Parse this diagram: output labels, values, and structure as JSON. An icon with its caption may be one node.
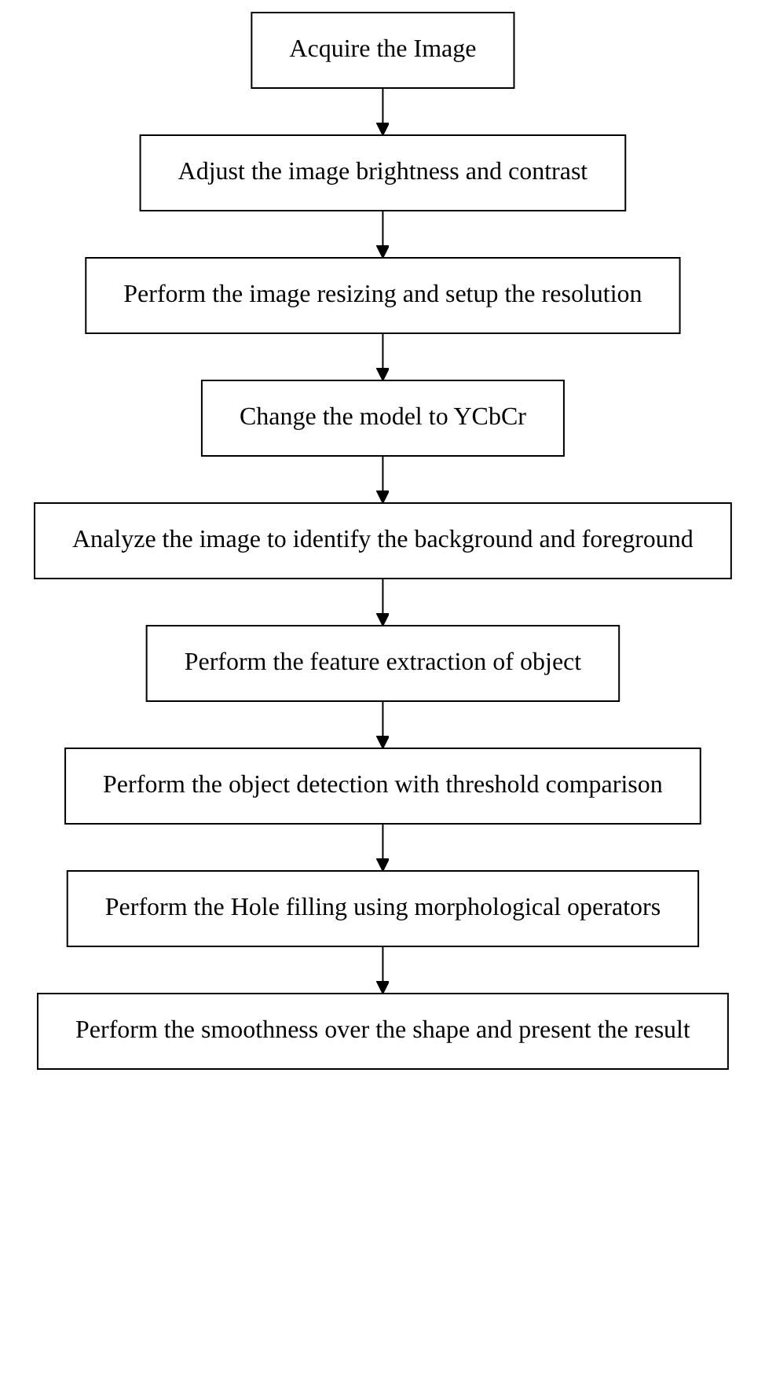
{
  "diagram": {
    "nodes": [
      {
        "text": [
          "Acquire the Image"
        ]
      },
      {
        "text": [
          "Adjust the image brightness and contrast"
        ]
      },
      {
        "text": [
          "Perform the image resizing and setup the resolution"
        ]
      },
      {
        "text": [
          "Change the model to YCbCr"
        ]
      },
      {
        "text": [
          "Analyze the image to identify the background and foreground"
        ]
      },
      {
        "text": [
          "Perform the feature extraction of object"
        ]
      },
      {
        "text": [
          "Perform the object detection with threshold comparison"
        ]
      },
      {
        "text": [
          "Perform the Hole filling using morphological operators"
        ]
      },
      {
        "text": [
          "Perform the smoothness over the shape and present the result"
        ]
      }
    ],
    "edges": [
      {
        "from": 0,
        "to": 1,
        "arrow": "to"
      },
      {
        "from": 1,
        "to": 2,
        "arrow": "to"
      },
      {
        "from": 2,
        "to": 3,
        "arrow": "to"
      },
      {
        "from": 3,
        "to": 4,
        "arrow": "to"
      },
      {
        "from": 4,
        "to": 5,
        "arrow": "to"
      },
      {
        "from": 5,
        "to": 6,
        "arrow": "to"
      },
      {
        "from": 6,
        "to": 7,
        "arrow": "to"
      },
      {
        "from": 7,
        "to": 8,
        "arrow": "to"
      }
    ]
  }
}
